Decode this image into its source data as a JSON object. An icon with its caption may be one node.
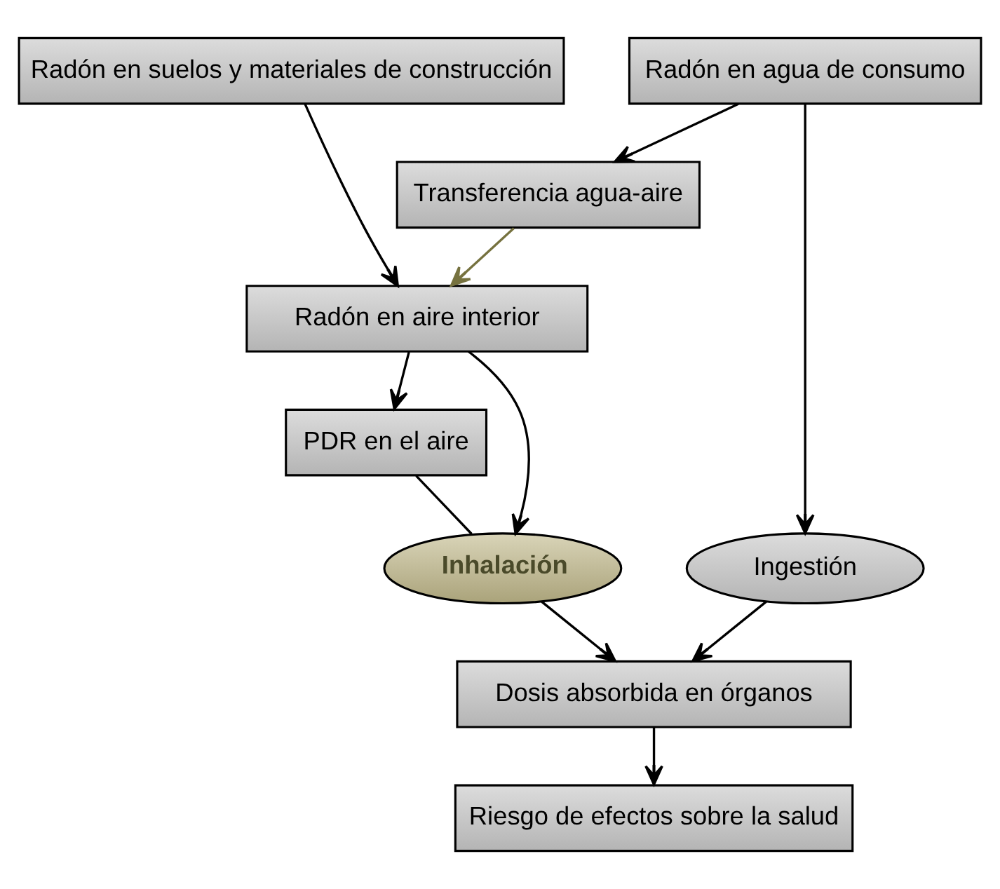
{
  "diagram": {
    "nodes": [
      {
        "text": [
          "Radón en suelos y materiales de construcción"
        ]
      },
      {
        "text": [
          "Radón en agua de consumo"
        ]
      },
      {
        "text": [
          "Transferencia agua-aire"
        ]
      },
      {
        "text": [
          "Radón en aire interior"
        ]
      },
      {
        "text": [
          "PDR en el aire"
        ]
      },
      {
        "text": [
          "Inhalación"
        ]
      },
      {
        "text": [
          "Ingestión"
        ]
      },
      {
        "text": [
          "Dosis absorbida en órganos"
        ]
      },
      {
        "text": [
          "Riesgo de efectos sobre la salud"
        ]
      }
    ],
    "edges": [
      {
        "from": 0,
        "to": 3,
        "arrow": "to"
      },
      {
        "from": 1,
        "to": 2,
        "arrow": "to"
      },
      {
        "from": 1,
        "to": 6,
        "arrow": "to"
      },
      {
        "from": 2,
        "to": 3,
        "arrow": "to",
        "color": "#76723f"
      },
      {
        "from": 3,
        "to": 4,
        "arrow": "to"
      },
      {
        "from": 3,
        "to": 5,
        "arrow": "to"
      },
      {
        "from": 4,
        "to": 5,
        "arrow": "none"
      },
      {
        "from": 5,
        "to": 7,
        "arrow": "to"
      },
      {
        "from": 6,
        "to": 7,
        "arrow": "to"
      },
      {
        "from": 7,
        "to": 8,
        "arrow": "to"
      }
    ]
  }
}
